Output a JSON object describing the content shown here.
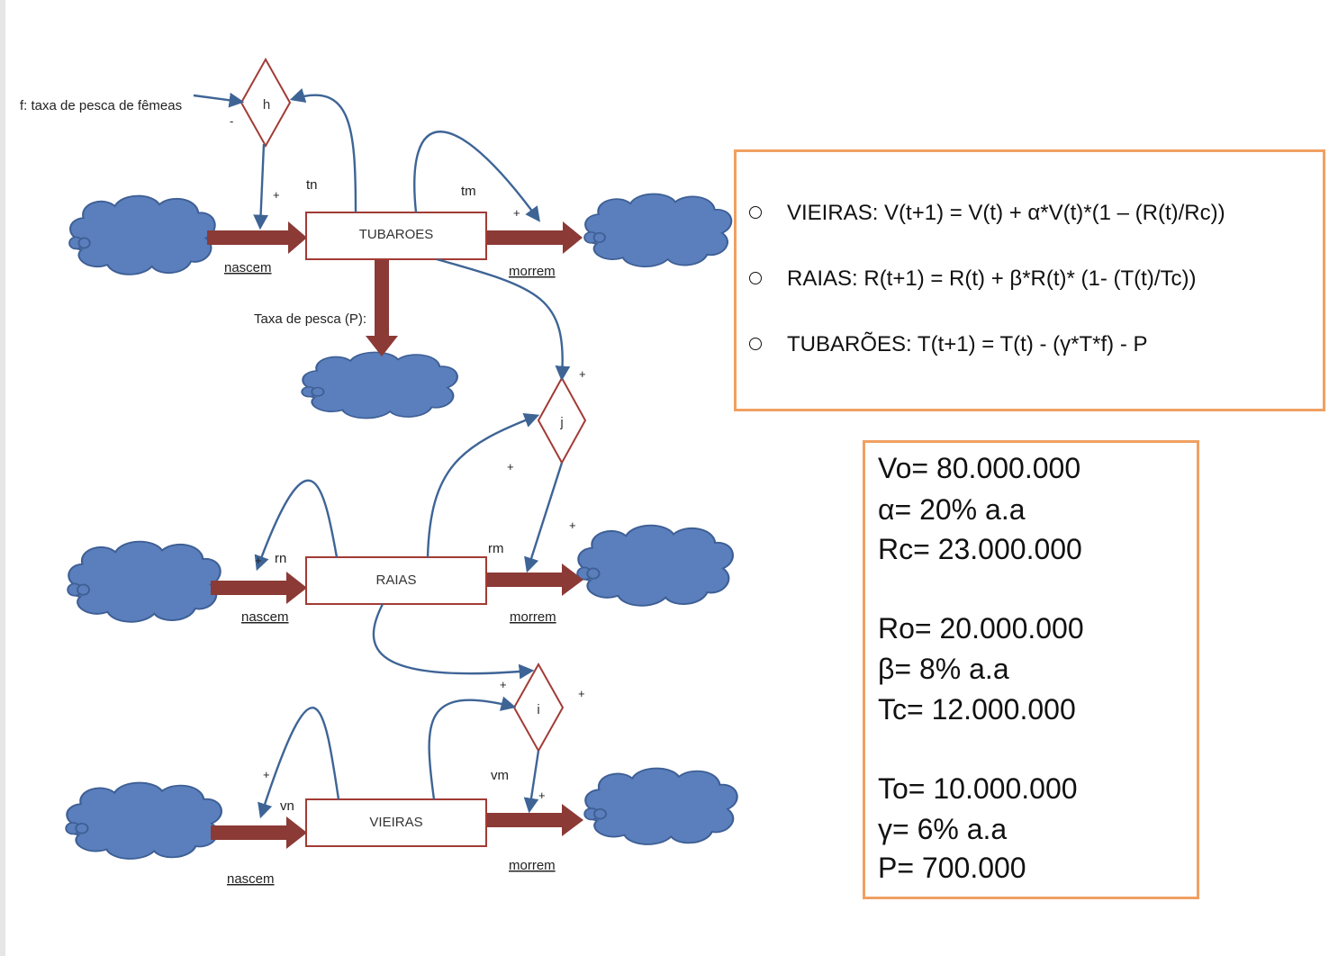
{
  "colors": {
    "flow": "#8b3a36",
    "cloud_fill": "#5a7fbc",
    "cloud_stroke": "#3e5f95",
    "connector": "#3e6496",
    "aux_stroke": "#a23b35",
    "panel_border": "#f0a062"
  },
  "diagram": {
    "input_label": "f: taxa de pesca de fêmeas",
    "input_sign": "-",
    "aux_h": "h",
    "aux_j": "j",
    "aux_i": "i",
    "stocks": {
      "tubaroes": "TUBAROES",
      "raias": "RAIAS",
      "vieiras": "VIEIRAS"
    },
    "rates": {
      "tn": "tn",
      "tm": "tm",
      "rn": "rn",
      "rm": "rm",
      "vn": "vn",
      "vm": "vm"
    },
    "flows": {
      "tubaroes_in": "nascem",
      "tubaroes_out": "morrem",
      "tubaroes_fishing": "Taxa de pesca (P):",
      "raias_in": "nascem",
      "raias_out": "morrem",
      "vieiras_in": "nascem",
      "vieiras_out": "morrem"
    },
    "signs": {
      "h_to_tn": "+",
      "tm": "+",
      "j_top": "+",
      "j_left": "+",
      "rm": "+",
      "rn": "+",
      "i_top": "+",
      "i_right": "+",
      "vn": "+",
      "vm": "+"
    }
  },
  "equations": [
    "VIEIRAS: V(t+1) = V(t) + α*V(t)*(1 – (R(t)/Rc))",
    "RAIAS: R(t+1) = R(t) + β*R(t)* (1- (T(t)/Tc))",
    "TUBARÕES: T(t+1) = T(t) - (γ*T*f) - P"
  ],
  "parameters": {
    "vieiras": [
      "Vo= 80.000.000",
      "α= 20% a.a",
      "Rc= 23.000.000"
    ],
    "raias": [
      "Ro= 20.000.000",
      "β= 8% a.a",
      "Tc= 12.000.000"
    ],
    "tubaroes": [
      "To= 10.000.000",
      "γ=  6% a.a",
      "P= 700.000"
    ]
  }
}
